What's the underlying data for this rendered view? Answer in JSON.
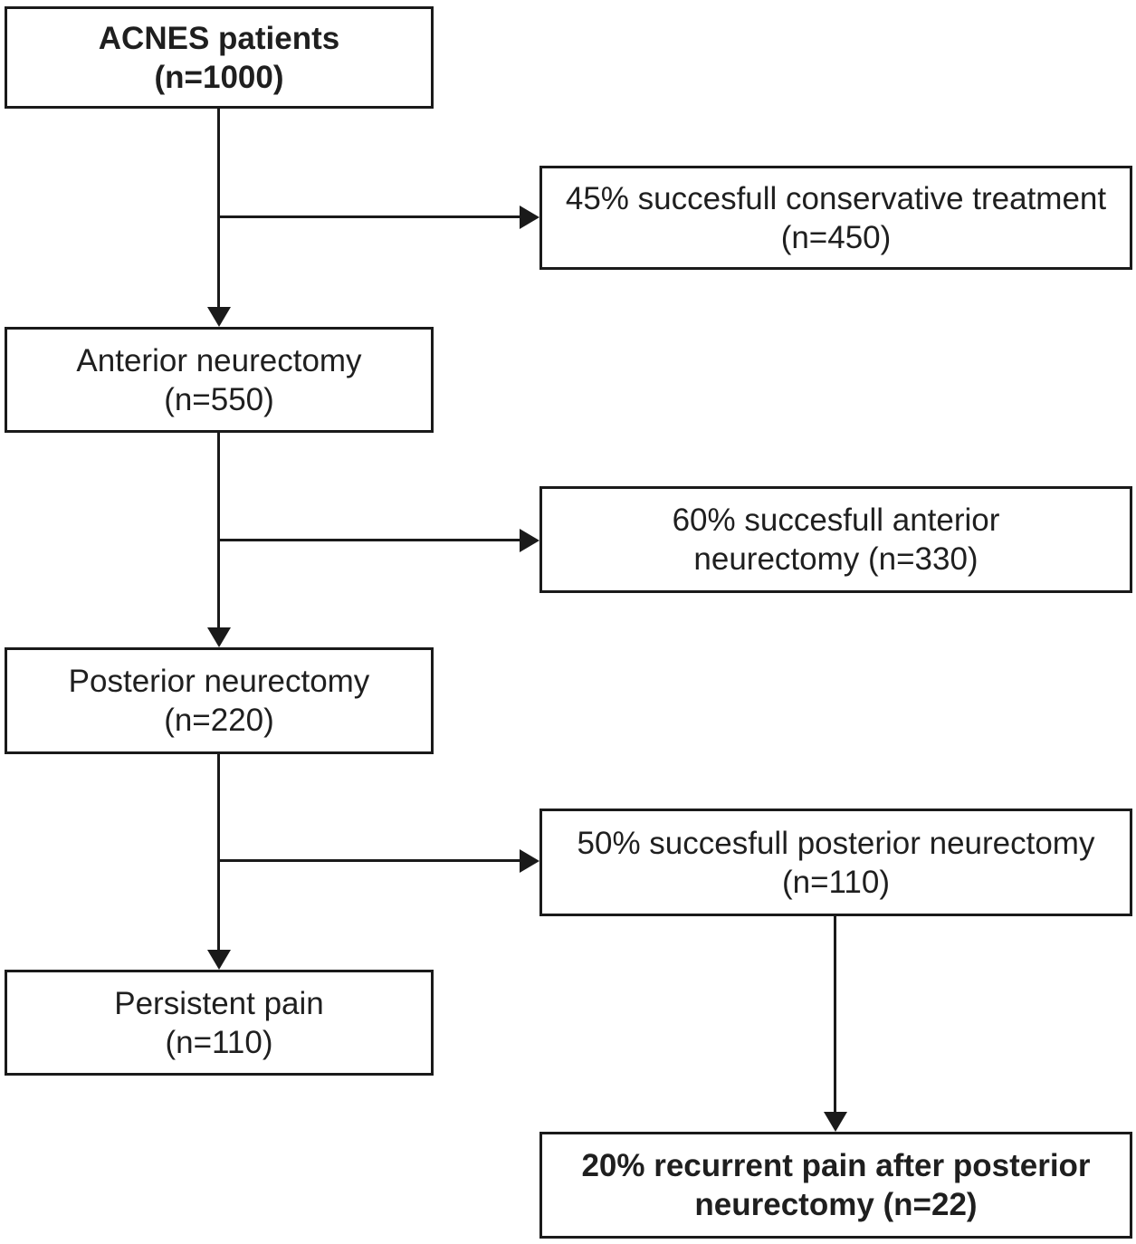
{
  "figure": {
    "type": "flowchart",
    "background_color": "#ffffff",
    "line_color": "#1a1a1a",
    "text_color": "#1f1f1f",
    "nodes": [
      {
        "id": "acnes-patients",
        "line1": "ACNES patients",
        "line2": "(n=1000)",
        "emphasis": "bold"
      },
      {
        "id": "conservative-success",
        "line1": "45% succesfull conservative treatment",
        "line2": "(n=450)",
        "emphasis": "normal"
      },
      {
        "id": "anterior-neurectomy",
        "line1": "Anterior neurectomy",
        "line2": "(n=550)",
        "emphasis": "normal"
      },
      {
        "id": "anterior-success",
        "line1": "60% succesfull anterior",
        "line2": "neurectomy (n=330)",
        "emphasis": "normal"
      },
      {
        "id": "posterior-neurectomy",
        "line1": "Posterior neurectomy",
        "line2": "(n=220)",
        "emphasis": "normal"
      },
      {
        "id": "posterior-success",
        "line1": "50% succesfull posterior neurectomy",
        "line2": "(n=110)",
        "emphasis": "normal"
      },
      {
        "id": "persistent-pain",
        "line1": "Persistent pain",
        "line2": "(n=110)",
        "emphasis": "normal"
      },
      {
        "id": "recurrent-pain",
        "line1": "20% recurrent pain after posterior",
        "line2": "neurectomy (n=22)",
        "emphasis": "bold"
      }
    ],
    "edges": [
      {
        "from": "acnes-patients",
        "to": "conservative-success"
      },
      {
        "from": "acnes-patients",
        "to": "anterior-neurectomy"
      },
      {
        "from": "anterior-neurectomy",
        "to": "anterior-success"
      },
      {
        "from": "anterior-neurectomy",
        "to": "posterior-neurectomy"
      },
      {
        "from": "posterior-neurectomy",
        "to": "posterior-success"
      },
      {
        "from": "posterior-neurectomy",
        "to": "persistent-pain"
      },
      {
        "from": "posterior-success",
        "to": "recurrent-pain"
      }
    ]
  }
}
